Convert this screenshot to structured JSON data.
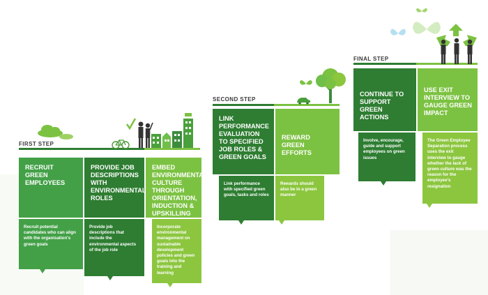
{
  "steps": {
    "first": {
      "label": "FIRST STEP",
      "cards": [
        {
          "title": "RECRUIT GREEN EMPLOYEES",
          "desc": "Recruit potential candidates who can align with the organisation's green goals"
        },
        {
          "title": "PROVIDE JOB DESCRIPTIONS WITH ENVIRONMENTAL ROLES",
          "desc": "Provide job descriptions that include the environmental aspects of the job role"
        },
        {
          "title": "EMBED ENVIRONMENTAL CULTURE THROUGH ORIENTATION, INDUCTION & UPSKILLING",
          "desc": "Incorporate environmental management on sustainable development policies and green goals into the training and learning"
        }
      ]
    },
    "second": {
      "label": "SECOND STEP",
      "cards": [
        {
          "title": "LINK PERFORMANCE EVALUATION TO SPECIFIED JOB ROLES & GREEN GOALS",
          "desc": "Link performance with specified green goals, tasks and roles"
        },
        {
          "title": "REWARD GREEN EFFORTS",
          "desc": "Rewards should also be in a green manner"
        }
      ]
    },
    "final": {
      "label": "FINAL STEP",
      "cards": [
        {
          "title": "CONTINUE TO SUPPORT GREEN ACTIONS",
          "desc": "Involve, encourage, guide and support employees on green issues"
        },
        {
          "title": "USE EXIT INTERVIEW TO GAUGE GREEN IMPACT",
          "desc": "The Green Employee Separation process uses the exit interview to gauge whether the lack of green culture was the reason for the employee's resignation"
        }
      ]
    }
  },
  "colors": {
    "dark_green": "#2e7d32",
    "mid_green": "#43a047",
    "light_green": "#7cc242",
    "pale_green": "#a5d66f",
    "desc_dark": "#3d8b3d",
    "desc_light": "#8cc63f"
  },
  "icons": [
    "cloud-icon",
    "bicycle-icon",
    "businessman-icon",
    "city-skyline-icon",
    "car-icon",
    "tree-icon",
    "butterfly-icon",
    "recycle-icon"
  ]
}
